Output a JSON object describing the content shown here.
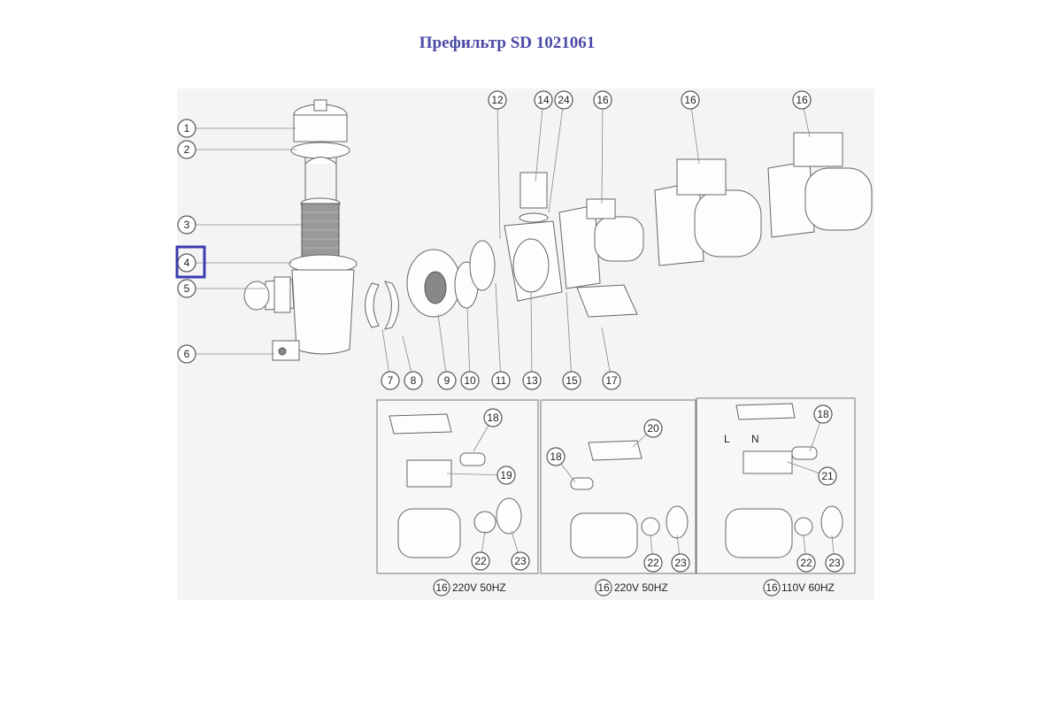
{
  "title": "Префильтр SD 1021061",
  "highlight_color": "#3b3bb0",
  "title_color": "#4a4aa6",
  "highlighted_callout": "4",
  "callouts": {
    "left": [
      "1",
      "2",
      "3",
      "4",
      "5",
      "6"
    ],
    "bottom": [
      "7",
      "8",
      "9",
      "10",
      "11",
      "13",
      "15",
      "17"
    ],
    "top": [
      "12",
      "14",
      "24",
      "16",
      "16",
      "16"
    ],
    "panel1": [
      "18",
      "19",
      "22",
      "23"
    ],
    "panel2": [
      "20",
      "18",
      "22",
      "23"
    ],
    "panel3": [
      "18",
      "21",
      "22",
      "23"
    ]
  },
  "panel_labels": {
    "l": "L",
    "n": "N"
  },
  "captions": [
    {
      "ref": "16",
      "text": "220V 50HZ"
    },
    {
      "ref": "16",
      "text": "220V 50HZ"
    },
    {
      "ref": "16",
      "text": "110V 60HZ"
    }
  ]
}
